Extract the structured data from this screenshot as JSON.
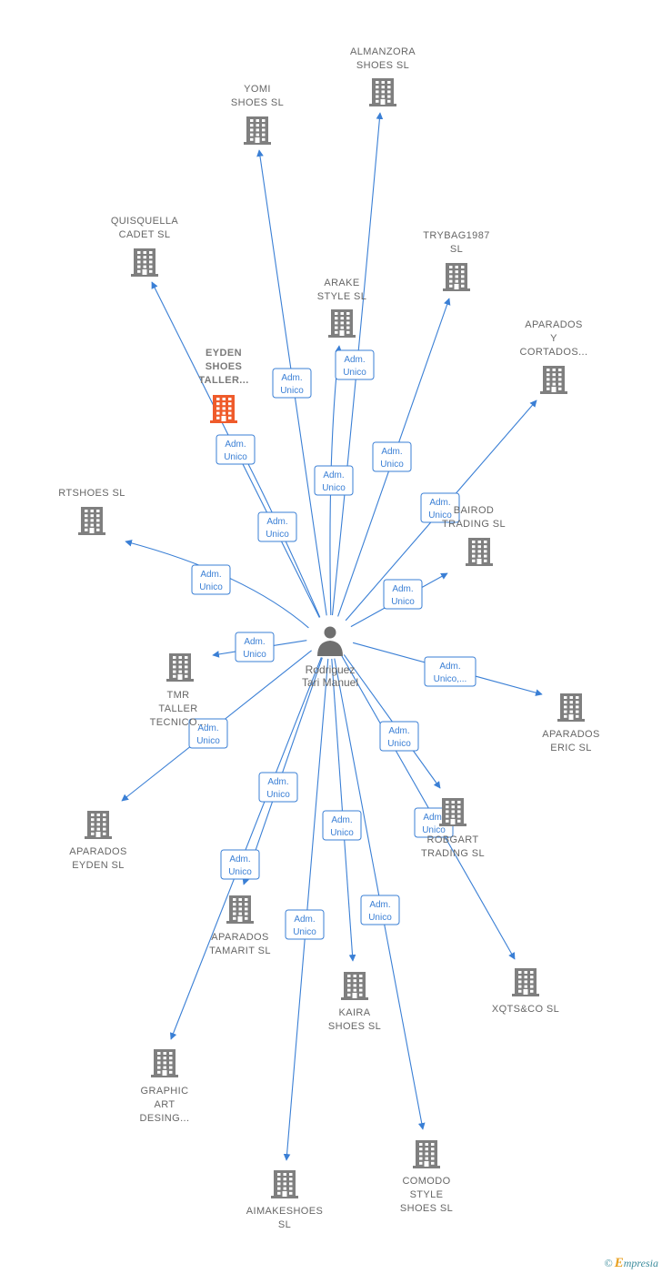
{
  "colors": {
    "edge": "#3a7fd5",
    "building": "#7f7f7f",
    "focus_building": "#ef5b2b",
    "text": "#666666",
    "person": "#6f6f6f"
  },
  "center": {
    "label_lines": [
      "Rodriguez",
      "Tari Manuel"
    ],
    "icon": "person-icon"
  },
  "nodes": [
    {
      "id": "almanzora",
      "lines": [
        "ALMANZORA",
        "SHOES  SL"
      ],
      "icon": "building-icon"
    },
    {
      "id": "yomi",
      "lines": [
        "YOMI",
        "SHOES  SL"
      ],
      "icon": "building-icon"
    },
    {
      "id": "quisquella",
      "lines": [
        "QUISQUELLA",
        "CADET  SL"
      ],
      "icon": "building-icon"
    },
    {
      "id": "trybag",
      "lines": [
        "TRYBAG1987",
        "SL"
      ],
      "icon": "building-icon"
    },
    {
      "id": "arake",
      "lines": [
        "ARAKE",
        "STYLE  SL"
      ],
      "icon": "building-icon"
    },
    {
      "id": "aparados-cortados",
      "lines": [
        "APARADOS",
        "Y",
        "CORTADOS..."
      ],
      "icon": "building-icon"
    },
    {
      "id": "eyden-taller",
      "lines": [
        "EYDEN",
        "SHOES",
        "TALLER..."
      ],
      "icon": "building-icon",
      "focus": true
    },
    {
      "id": "rtshoes",
      "lines": [
        "RTSHOES  SL"
      ],
      "icon": "building-icon"
    },
    {
      "id": "bairod",
      "lines": [
        "BAIROD",
        "TRADING SL"
      ],
      "icon": "building-icon"
    },
    {
      "id": "tmr",
      "lines": [
        "TMR",
        "TALLER",
        "TECNICO..."
      ],
      "icon": "building-icon"
    },
    {
      "id": "aparados-eric",
      "lines": [
        "APARADOS",
        "ERIC  SL"
      ],
      "icon": "building-icon"
    },
    {
      "id": "aparados-eyden",
      "lines": [
        "APARADOS",
        "EYDEN  SL"
      ],
      "icon": "building-icon"
    },
    {
      "id": "robgart",
      "lines": [
        "ROBGART",
        "TRADING  SL"
      ],
      "icon": "building-icon"
    },
    {
      "id": "aparados-tamarit",
      "lines": [
        "APARADOS",
        "TAMARIT  SL"
      ],
      "icon": "building-icon"
    },
    {
      "id": "xqts",
      "lines": [
        "XQTS&CO  SL"
      ],
      "icon": "building-icon"
    },
    {
      "id": "kaira",
      "lines": [
        "KAIRA",
        "SHOES  SL"
      ],
      "icon": "building-icon"
    },
    {
      "id": "graphic",
      "lines": [
        "GRAPHIC",
        "ART",
        "DESING..."
      ],
      "icon": "building-icon"
    },
    {
      "id": "comodo",
      "lines": [
        "COMODO",
        "STYLE",
        "SHOES  SL"
      ],
      "icon": "building-icon"
    },
    {
      "id": "aimake",
      "lines": [
        "AIMAKESHOES",
        "SL"
      ],
      "icon": "building-icon"
    }
  ],
  "edges": [
    {
      "to": "almanzora",
      "lines": [
        "Adm.",
        "Unico"
      ]
    },
    {
      "to": "yomi",
      "lines": [
        "Adm.",
        "Unico"
      ]
    },
    {
      "to": "quisquella",
      "lines": [
        "Adm.",
        "Unico"
      ]
    },
    {
      "to": "trybag",
      "lines": [
        "Adm.",
        "Unico"
      ]
    },
    {
      "to": "arake",
      "lines": [
        "Adm.",
        "Unico"
      ]
    },
    {
      "to": "aparados-cortados",
      "lines": [
        "Adm.",
        "Unico"
      ]
    },
    {
      "to": "eyden-taller",
      "lines": [
        "Adm.",
        "Unico"
      ]
    },
    {
      "to": "rtshoes",
      "lines": [
        "Adm.",
        "Unico"
      ]
    },
    {
      "to": "bairod",
      "lines": [
        "Adm.",
        "Unico"
      ]
    },
    {
      "to": "tmr",
      "lines": [
        "Adm.",
        "Unico"
      ]
    },
    {
      "to": "aparados-eric",
      "lines": [
        "Adm.",
        "Unico,..."
      ]
    },
    {
      "to": "aparados-eyden",
      "lines": [
        "Adm.",
        "Unico"
      ]
    },
    {
      "to": "robgart",
      "lines": [
        "Adm.",
        "Unico"
      ]
    },
    {
      "to": "aparados-tamarit",
      "lines": [
        "Adm.",
        "Unico"
      ]
    },
    {
      "to": "xqts",
      "lines": [
        "Adm.",
        "Unico"
      ]
    },
    {
      "to": "kaira",
      "lines": [
        "Adm.",
        "Unico"
      ]
    },
    {
      "to": "graphic",
      "lines": [
        "Adm.",
        "Unico"
      ]
    },
    {
      "to": "comodo",
      "lines": [
        "Adm.",
        "Unico"
      ]
    },
    {
      "to": "aimake",
      "lines": [
        "Adm.",
        "Unico"
      ]
    }
  ],
  "footer": {
    "copyright": "©",
    "brand_first": "E",
    "brand_rest": "mpresia"
  }
}
